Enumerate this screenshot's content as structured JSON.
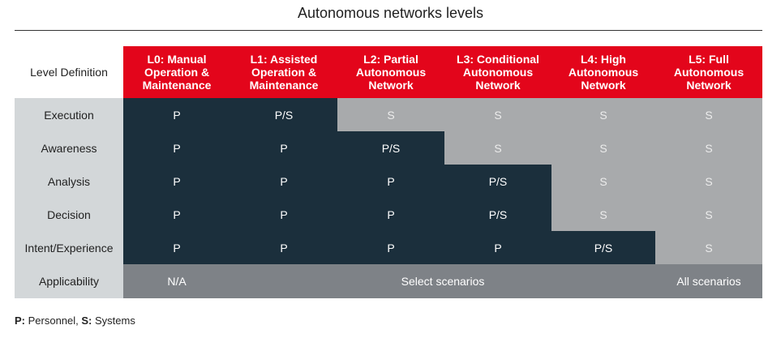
{
  "title": "Autonomous networks levels",
  "table": {
    "corner": "Level Definition",
    "levels": [
      [
        "L0: Manual",
        "Operation &",
        "Maintenance"
      ],
      [
        "L1: Assisted",
        "Operation &",
        "Maintenance"
      ],
      [
        "L2: Partial",
        "Autonomous",
        "Network"
      ],
      [
        "L3: Conditional",
        "Autonomous",
        "Network"
      ],
      [
        "L4: High",
        "Autonomous",
        "Network"
      ],
      [
        "L5: Full",
        "Autonomous",
        "Network"
      ]
    ],
    "rows": [
      {
        "label": "Execution",
        "cells": [
          "P",
          "P/S",
          "S",
          "S",
          "S",
          "S"
        ]
      },
      {
        "label": "Awareness",
        "cells": [
          "P",
          "P",
          "P/S",
          "S",
          "S",
          "S"
        ]
      },
      {
        "label": "Analysis",
        "cells": [
          "P",
          "P",
          "P",
          "P/S",
          "S",
          "S"
        ]
      },
      {
        "label": "Decision",
        "cells": [
          "P",
          "P",
          "P",
          "P/S",
          "S",
          "S"
        ]
      },
      {
        "label": "Intent/Experience",
        "cells": [
          "P",
          "P",
          "P",
          "P",
          "P/S",
          "S"
        ]
      }
    ],
    "applicability": {
      "label": "Applicability",
      "values": [
        "N/A",
        "Select scenarios",
        "All scenarios"
      ]
    },
    "colors": {
      "header": "#e3051b",
      "personnel": "#1b2f3c",
      "systems": "#a8aaac",
      "applicability": "#7e8287",
      "row_label": "#d3d7d9"
    }
  },
  "legend": {
    "p_key": "P:",
    "p_text": " Personnel, ",
    "s_key": "S:",
    "s_text": " Systems"
  }
}
